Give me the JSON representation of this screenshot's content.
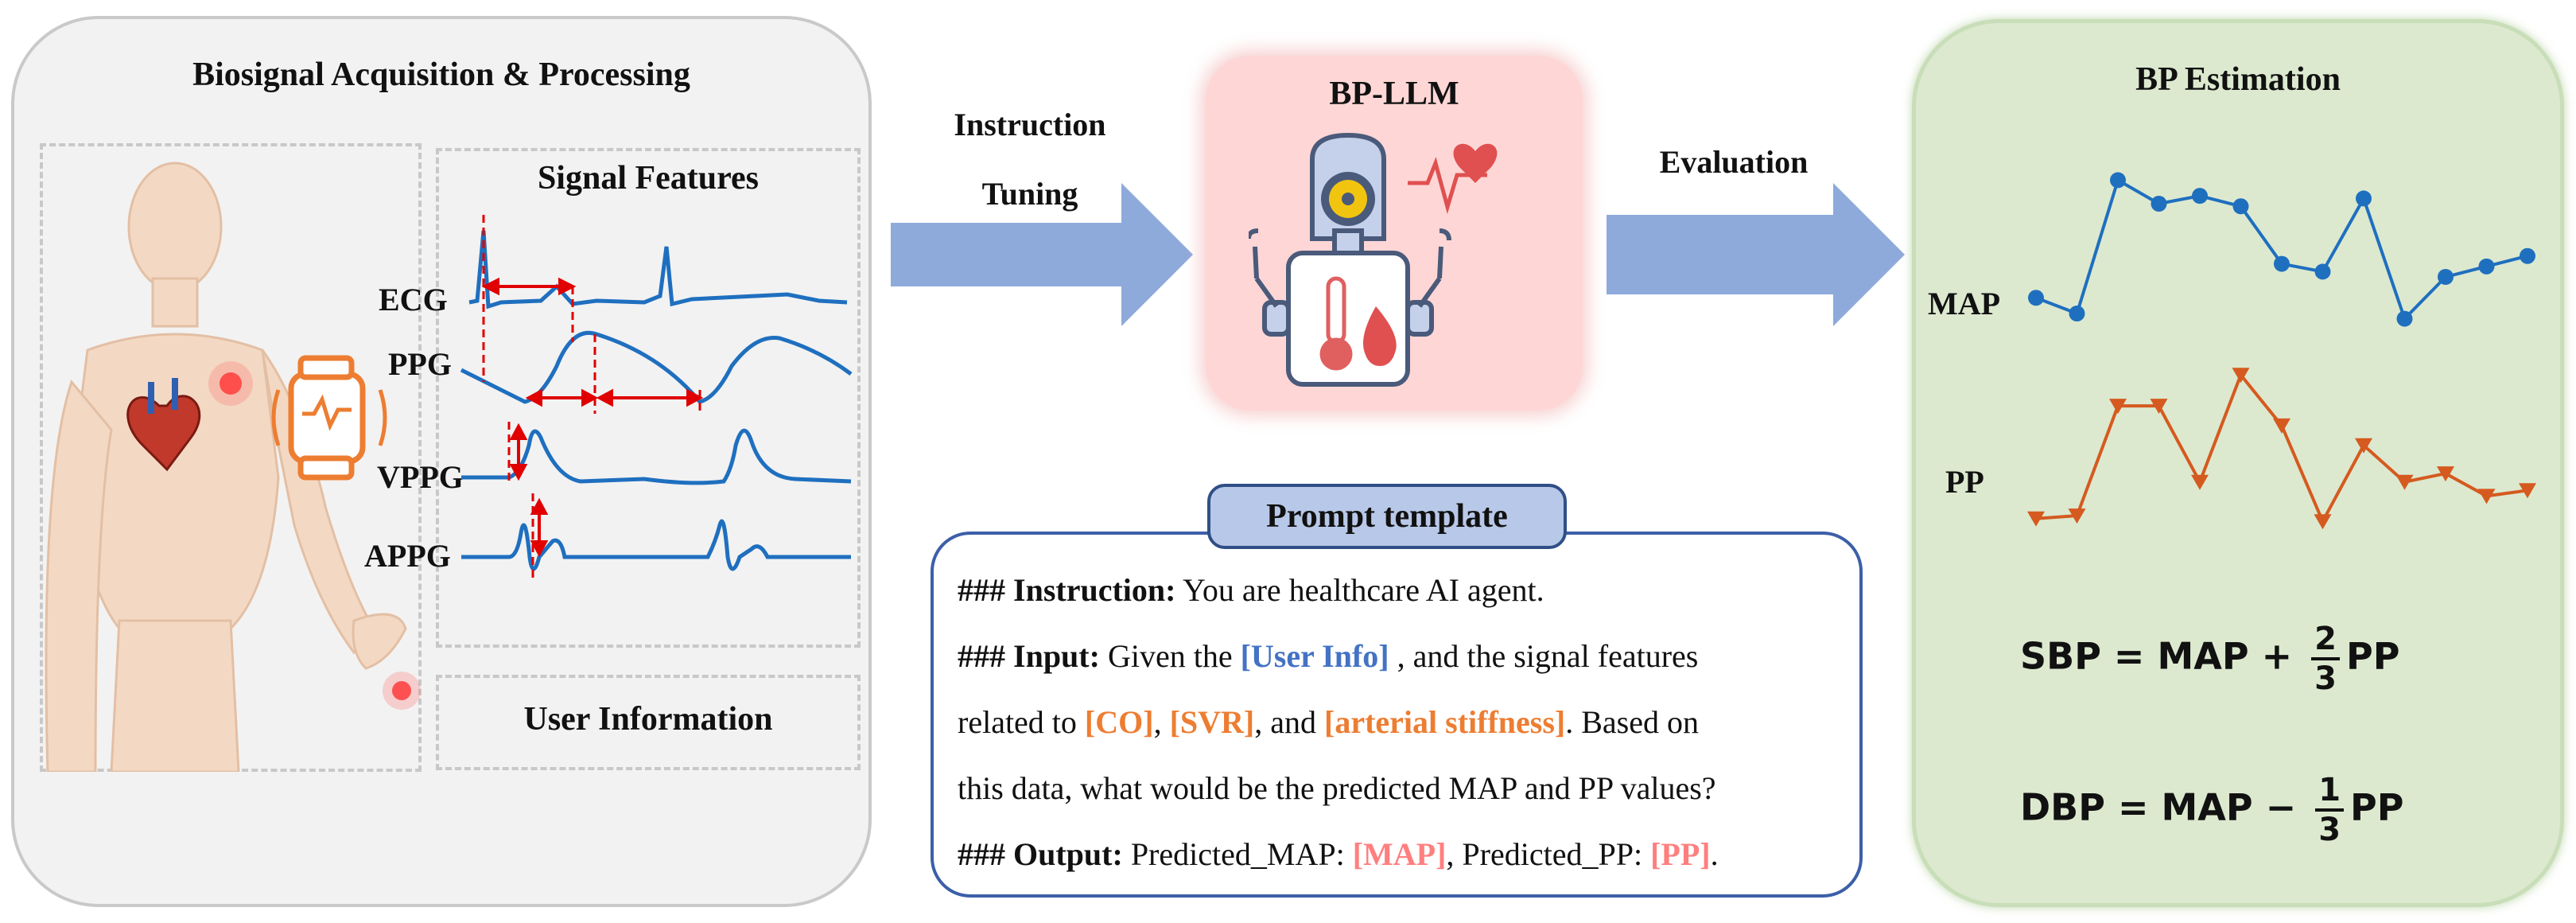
{
  "left_panel": {
    "title": "Biosignal Acquisition & Processing",
    "signal_features_title": "Signal Features",
    "signals": [
      "ECG",
      "PPG",
      "VPPG",
      "APPG"
    ],
    "user_info_title": "User Information"
  },
  "arrows": {
    "instruction_line1": "Instruction",
    "instruction_line2": "Tuning",
    "evaluation": "Evaluation"
  },
  "llm": {
    "title": "BP-LLM"
  },
  "prompt": {
    "title": "Prompt template",
    "line1": {
      "prefix": "### Instruction:",
      "text": " You are healthcare AI agent."
    },
    "line2": {
      "prefix": "### Input:",
      "t1": " Given the ",
      "user_info": "[User Info]",
      "t2": " , and the signal features"
    },
    "line3": {
      "t1": "related to ",
      "co": "[CO]",
      "t2": ", ",
      "svr": "[SVR]",
      "t3": ", and ",
      "stiff": "[arterial stiffness]",
      "t4": ". Based on"
    },
    "line4": {
      "text": "this data, what would be the predicted MAP and PP values?"
    },
    "line5": {
      "prefix": "### Output:",
      "t1": " Predicted_MAP: ",
      "map": "[MAP]",
      "t2": ", Predicted_PP: ",
      "pp": "[PP]",
      "t3": "."
    }
  },
  "right_panel": {
    "title": "BP Estimation",
    "map_label": "MAP",
    "pp_label": "PP",
    "sbp": {
      "lhs": "SBP = MAP + ",
      "num": "2",
      "den": "3",
      "rhs": "PP"
    },
    "dbp": {
      "lhs": "DBP = MAP − ",
      "num": "1",
      "den": "3",
      "rhs": "PP"
    }
  },
  "chart_data": {
    "type": "line",
    "series": [
      {
        "name": "MAP",
        "color": "#1f6fbf",
        "marker": "circle",
        "values": [
          4.0,
          3.4,
          8.5,
          7.6,
          7.9,
          7.5,
          5.3,
          5.0,
          7.8,
          3.2,
          4.8,
          5.2,
          5.6
        ]
      },
      {
        "name": "PP",
        "color": "#d55a1f",
        "marker": "triangle-down",
        "values": [
          2.3,
          2.4,
          6.3,
          6.3,
          3.6,
          7.4,
          5.6,
          2.2,
          4.9,
          3.6,
          3.9,
          3.1,
          3.3
        ]
      }
    ]
  },
  "colors": {
    "arrow": "#8eaadb",
    "map": "#1f6fbf",
    "pp": "#d55a1f",
    "signal": "#1f6fbf",
    "marker": "#e00000"
  }
}
